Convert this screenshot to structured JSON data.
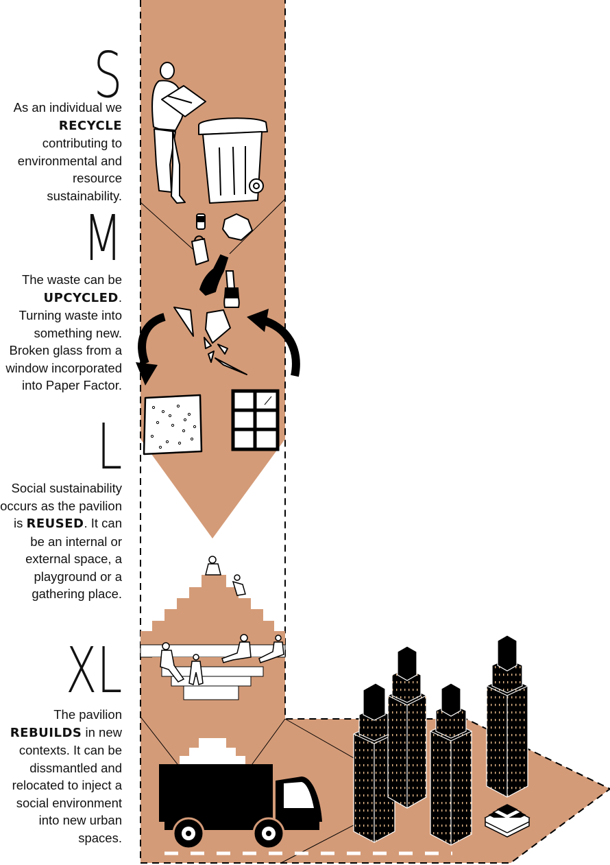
{
  "stages": [
    {
      "letter": "S",
      "pre": "As an individual we ",
      "keyword": "RECYCLE",
      "post": " contributing to environmental and resource sustainability."
    },
    {
      "letter": "M",
      "pre": "The waste can be ",
      "keyword": "UPCYCLED",
      "post": ". Turning waste into something new. Broken glass from a window incorporated into Paper Factor."
    },
    {
      "letter": "L",
      "pre": "Social sustainability occurs as the pavilion is ",
      "keyword": "REUSED",
      "post": ". It can be an internal or external space, a  playground or a gathering place."
    },
    {
      "letter": "XL",
      "pre": "The pavilion ",
      "keyword": "REBUILDS",
      "post": " in new contexts. It can be dissmantled and relocated to inject a social environment into new urban spaces."
    }
  ],
  "colors": {
    "band": "#d49b78",
    "ink": "#000000",
    "paper": "#ffffff",
    "window_light": "#e7b98a"
  },
  "icons": [
    "person-recycling-icon",
    "wheelie-bin-icon",
    "waste-items-icon",
    "glass-bottles-icon",
    "broken-glass-icon",
    "circular-arrows-icon",
    "paper-panel-icon",
    "window-icon",
    "pavilion-stairs-icon",
    "people-icon",
    "dump-truck-icon",
    "skyscrapers-icon",
    "pavilion-stack-icon"
  ]
}
